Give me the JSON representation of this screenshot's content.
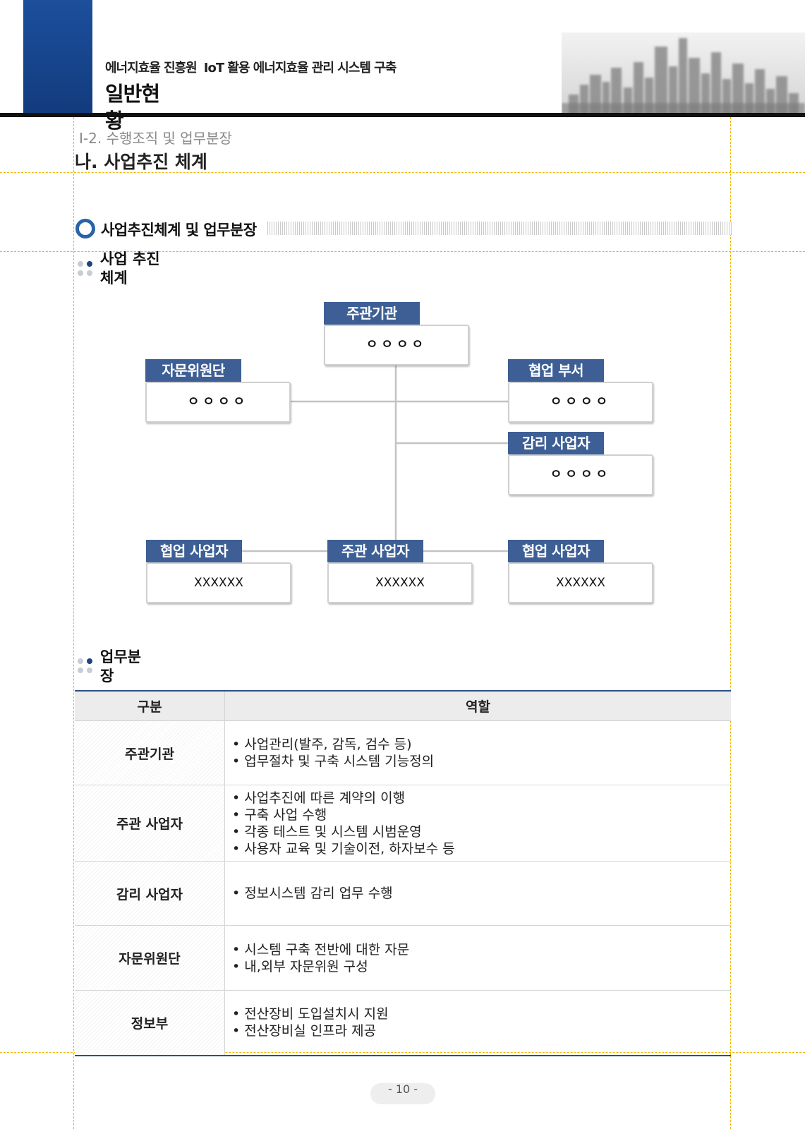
{
  "header": {
    "org": "에너지효율 진흥원",
    "project": "IoT 활용 에너지효율 관리 시스템 구축",
    "chapter": "일반현황"
  },
  "breadcrumb": "Ⅰ-2. 수행조직 및 업무분장",
  "section_title": "나. 사업추진 체계",
  "heading": "사업추진체계 및 업무분장",
  "subheadings": {
    "structure": "사업 추진 체계",
    "roles": "업무분장"
  },
  "org_chart": {
    "lead_agency": {
      "title": "주관기관",
      "value": "ㅇㅇㅇㅇ"
    },
    "advisory": {
      "title": "자문위원단",
      "value": "ㅇㅇㅇㅇ"
    },
    "coop_dept": {
      "title": "협업 부서",
      "value": "ㅇㅇㅇㅇ"
    },
    "auditor": {
      "title": "감리 사업자",
      "value": "ㅇㅇㅇㅇ"
    },
    "coop_left": {
      "title": "협업 사업자",
      "value": "XXXXXX"
    },
    "main_contractor": {
      "title": "주관 사업자",
      "value": "XXXXXX"
    },
    "coop_right": {
      "title": "협업 사업자",
      "value": "XXXXXX"
    }
  },
  "table": {
    "headers": [
      "구분",
      "역할"
    ],
    "rows": [
      {
        "category": "주관기관",
        "roles": [
          "사업관리(발주, 감독, 검수 등)",
          "업무절차 및 구축 시스템 기능정의"
        ]
      },
      {
        "category": "주관 사업자",
        "roles": [
          "사업추진에 따른 계약의 이행",
          "구축 사업 수행",
          "각종 테스트 및 시스템 시범운영",
          "사용자 교육 및 기술이전, 하자보수 등"
        ]
      },
      {
        "category": "감리 사업자",
        "roles": [
          "정보시스템 감리 업무 수행"
        ]
      },
      {
        "category": "자문위원단",
        "roles": [
          "시스템 구축 전반에 대한 자문",
          "내,외부 자문위원 구성"
        ]
      },
      {
        "category": "정보부",
        "roles": [
          "전산장비 도입설치시 지원",
          "전산장비실 인프라 제공"
        ]
      }
    ]
  },
  "page_number": "- 10 -",
  "colors": {
    "primary": "#1c4f9c",
    "tag": "#3d5f95",
    "guide": "#f0b400"
  }
}
